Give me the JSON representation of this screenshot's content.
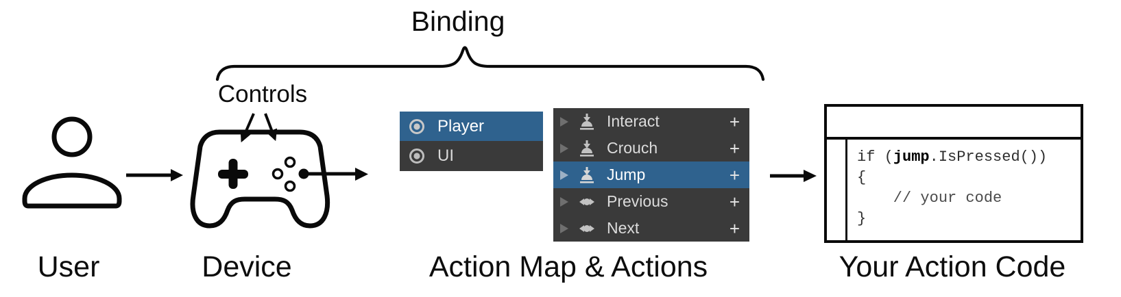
{
  "labels": {
    "binding": "Binding",
    "controls": "Controls",
    "user": "User",
    "device": "Device",
    "action_map": "Action Map & Actions",
    "action_code": "Your Action Code"
  },
  "map_panel": {
    "items": [
      {
        "label": "Player",
        "icon": "action-map-icon",
        "selected": true
      },
      {
        "label": "UI",
        "icon": "action-map-icon",
        "selected": false
      }
    ]
  },
  "actions_panel": {
    "items": [
      {
        "label": "Interact",
        "icon": "button-action-icon",
        "add_label": "+",
        "selected": false
      },
      {
        "label": "Crouch",
        "icon": "button-action-icon",
        "add_label": "+",
        "selected": false
      },
      {
        "label": "Jump",
        "icon": "button-action-icon",
        "add_label": "+",
        "selected": true
      },
      {
        "label": "Previous",
        "icon": "axis-action-icon",
        "add_label": "+",
        "selected": false
      },
      {
        "label": "Next",
        "icon": "axis-action-icon",
        "add_label": "+",
        "selected": false
      }
    ]
  },
  "code_panel": {
    "line1_pre": "if (",
    "line1_keyword": "jump",
    "line1_post": ".IsPressed())",
    "line2": "{",
    "line3": "    // your code",
    "line4": "}"
  },
  "colors": {
    "selection_blue": "#2f628e",
    "panel_dark": "#3a3a3a",
    "stroke_black": "#0a0a0a",
    "icon_gray": "#c2c2c2"
  }
}
